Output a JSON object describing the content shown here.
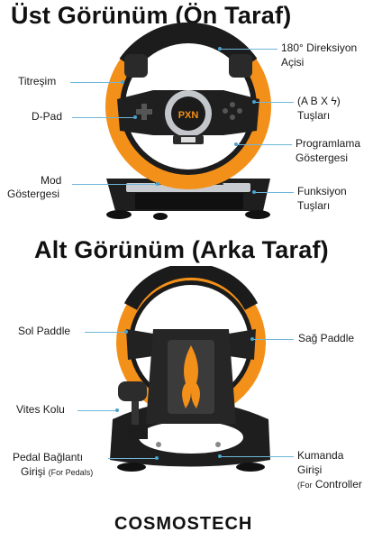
{
  "top": {
    "title": "Üst Görünüm (Ön Taraf)",
    "labels": {
      "vibration": "Titreşim",
      "dpad": "D-Pad",
      "mode_1": "Mod",
      "mode_2": "Göstergesi",
      "steering_1": "180° Direksiyon",
      "steering_2": "Açisi",
      "abxy_1": "(A B X ϟ)",
      "abxy_2": "Tuşları",
      "prog_1": "Programlama",
      "prog_2": "Göstergesi",
      "func_1": "Funksiyon",
      "func_2": "Tuşları"
    },
    "logo_text": "PXN"
  },
  "bottom": {
    "title": "Alt Görünüm (Arka Taraf)",
    "labels": {
      "left_paddle": "Sol Paddle",
      "right_paddle": "Sağ Paddle",
      "gear": "Vites Kolu",
      "pedal_1": "Pedal Bağlantı",
      "pedal_2": "Girişi",
      "pedal_note": "(For Pedals)",
      "ctrl_1": "Kumanda",
      "ctrl_2": "Girişi",
      "ctrl_note_prefix": "(For",
      "ctrl_note_word": "Controller"
    }
  },
  "brand": "COSMOSTECH",
  "colors": {
    "orange": "#f39019",
    "dark": "#1b1b1b",
    "line": "#6fb6d9",
    "chrome": "#bfc3c7"
  }
}
